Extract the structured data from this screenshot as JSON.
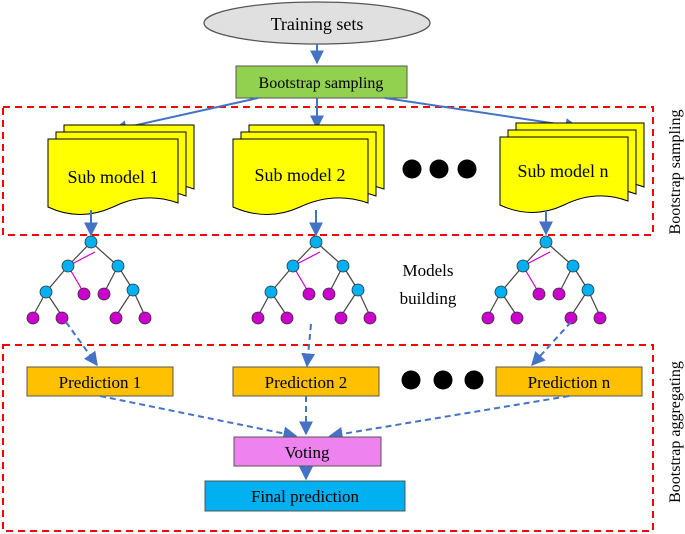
{
  "nodes": {
    "training": "Training sets",
    "bootstrap": "Bootstrap sampling",
    "sub_models": [
      "Sub model 1",
      "Sub model 2",
      "Sub model n"
    ],
    "models_building": [
      "Models",
      "building"
    ],
    "predictions": [
      "Prediction 1",
      "Prediction 2",
      "Prediction n"
    ],
    "voting": "Voting",
    "final": "Final prediction"
  },
  "side_labels": {
    "top": "Bootstrap sampling",
    "bottom": "Bootstrap aggregating"
  },
  "colors": {
    "ellipse_fill": "#e0e0e0",
    "bootstrap_fill": "#92d050",
    "sub_model_fill": "#ffff00",
    "prediction_fill": "#ffc000",
    "voting_fill": "#ee82ee",
    "final_fill": "#00b0f0",
    "arrow": "#4472c4",
    "dash_box": "#ff0000",
    "tree_node_blue": "#00b0f0",
    "tree_node_magenta": "#cc00cc",
    "ellipsis_dot": "#000000"
  }
}
